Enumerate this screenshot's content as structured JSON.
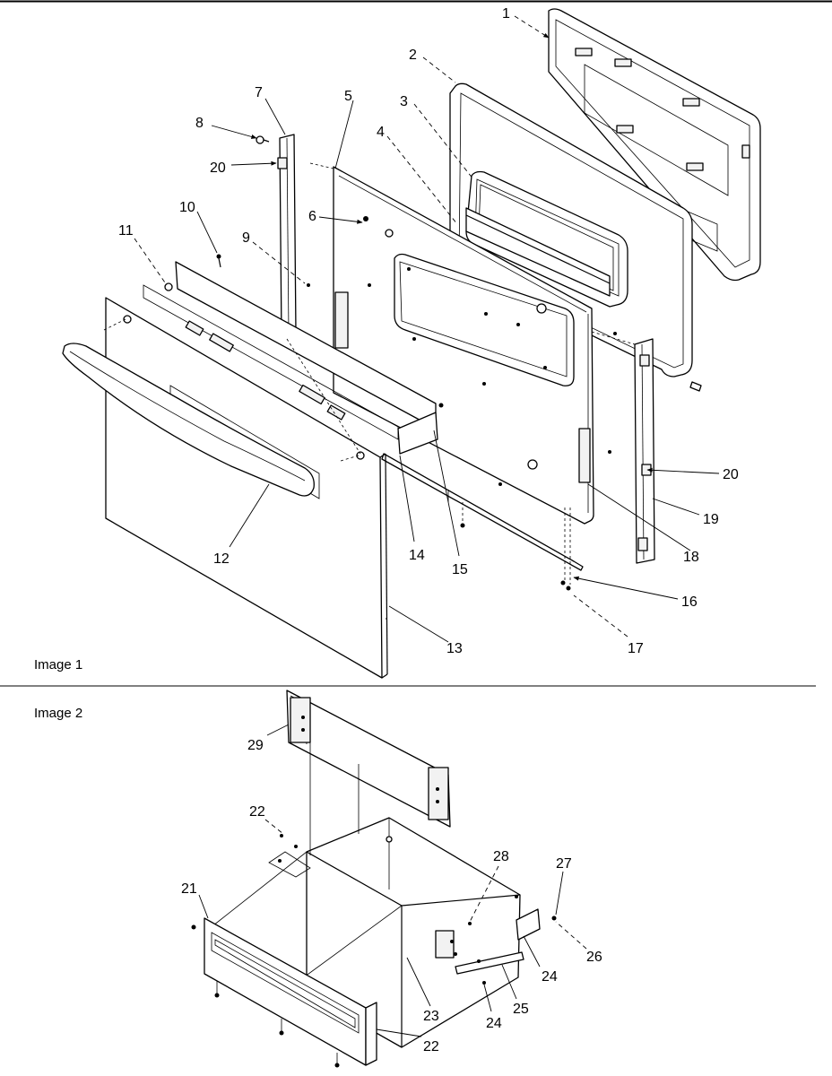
{
  "images": [
    {
      "title": "Image 1",
      "callouts": [
        "1",
        "2",
        "3",
        "4",
        "5",
        "6",
        "7",
        "8",
        "9",
        "10",
        "11",
        "12",
        "13",
        "14",
        "15",
        "16",
        "17",
        "18",
        "19",
        "20",
        "20"
      ]
    },
    {
      "title": "Image 2",
      "callouts": [
        "21",
        "22",
        "22",
        "23",
        "24",
        "24",
        "25",
        "26",
        "27",
        "28",
        "29"
      ]
    }
  ]
}
